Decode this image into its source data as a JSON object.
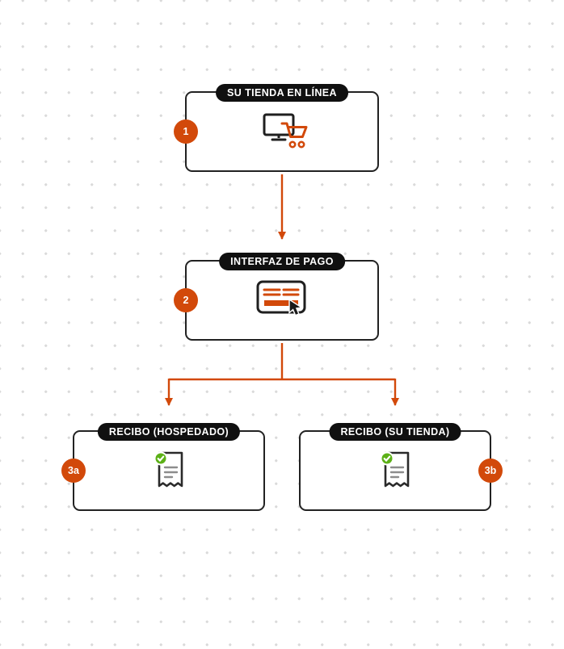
{
  "colors": {
    "accent_orange": "#D2490A",
    "node_border": "#222222",
    "pill_background": "#101010",
    "check_green": "#5CB017",
    "receipt_line_gray": "#8C8C8C",
    "dot_grid": "#DADADA"
  },
  "nodes": {
    "store": {
      "badge": "1",
      "label": "SU TIENDA EN LÍNEA",
      "icon": "online-store-icon"
    },
    "payment": {
      "badge": "2",
      "label": "INTERFAZ DE PAGO",
      "icon": "payment-card-icon"
    },
    "receipt_hosted": {
      "badge": "3a",
      "label": "RECIBO (HOSPEDADO)",
      "icon": "receipt-icon"
    },
    "receipt_store": {
      "badge": "3b",
      "label": "RECIBO (SU TIENDA)",
      "icon": "receipt-icon"
    }
  }
}
